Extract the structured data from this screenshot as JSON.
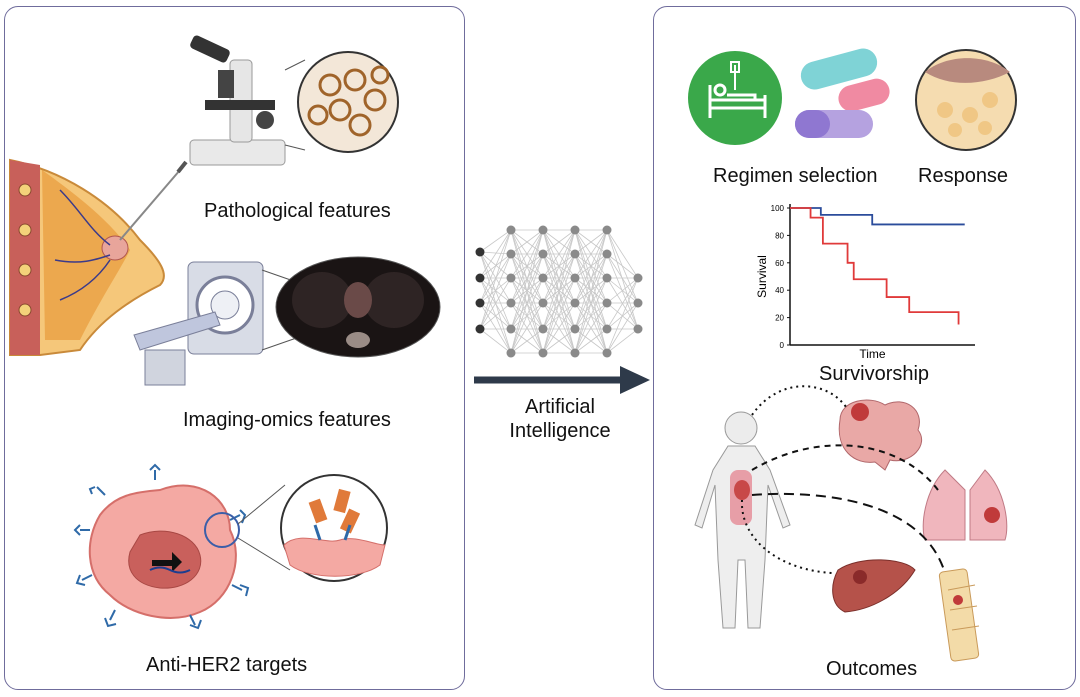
{
  "left": {
    "pathology_label": "Pathological features",
    "imaging_label": "Imaging-omics features",
    "her2_label": "Anti-HER2 targets"
  },
  "center": {
    "ai_label_line1": "Artificial",
    "ai_label_line2": "Intelligence"
  },
  "right": {
    "regimen_label": "Regimen selection",
    "response_label": "Response",
    "survivorship_label": "Survivorship",
    "outcomes_label": "Outcomes"
  },
  "chart_data": {
    "type": "line",
    "xlabel": "Time",
    "ylabel": "Survival",
    "ylim": [
      0,
      100
    ],
    "y_ticks": [
      0,
      20,
      40,
      60,
      80,
      100
    ],
    "series": [
      {
        "color": "#2b4c9b",
        "x": [
          0,
          1.5,
          1.5,
          4,
          4,
          8.5
        ],
        "values": [
          100,
          100,
          95,
          95,
          88,
          88
        ]
      },
      {
        "color": "#e03a3a",
        "x": [
          0,
          1,
          1,
          1.6,
          1.6,
          2.8,
          2.8,
          3.1,
          3.1,
          4.7,
          4.7,
          5.8,
          5.8,
          8.2,
          8.2
        ],
        "values": [
          100,
          100,
          93,
          93,
          74,
          74,
          60,
          60,
          48,
          48,
          35,
          35,
          24,
          24,
          15
        ]
      }
    ],
    "xlim": [
      0,
      9
    ]
  },
  "colors": {
    "panel_border": "#6f6c9c",
    "arrow": "#2e3a4a",
    "green_circle": "#3aa84a",
    "her2_cell": "#f4a9a3"
  }
}
